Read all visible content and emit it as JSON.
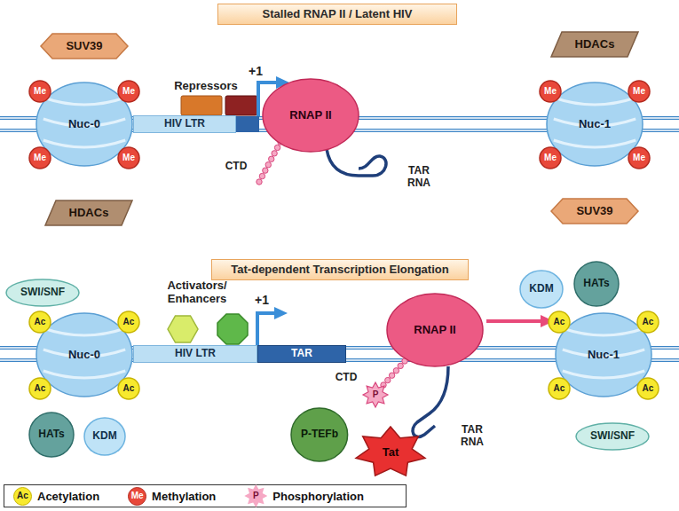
{
  "diagram": {
    "nodes": [
      {
        "text": [
          "Stalled RNAP II / Latent HIV"
        ]
      },
      {
        "text": [
          "SUV39"
        ]
      },
      {
        "text": [
          "Nuc-0"
        ]
      },
      {
        "text": [
          "Me"
        ]
      },
      {
        "text": [
          "Me"
        ]
      },
      {
        "text": [
          "Me"
        ]
      },
      {
        "text": [
          "Me"
        ]
      },
      {
        "text": [
          "HIV LTR"
        ]
      },
      {
        "text": [
          "RNAP II"
        ]
      },
      {
        "text": [
          "HDACs"
        ]
      },
      {
        "text": [
          "HDACs"
        ]
      },
      {
        "text": [
          "Nuc-1"
        ]
      },
      {
        "text": [
          "Me"
        ]
      },
      {
        "text": [
          "Me"
        ]
      },
      {
        "text": [
          "Me"
        ]
      },
      {
        "text": [
          "Me"
        ]
      },
      {
        "text": [
          "SUV39"
        ]
      },
      {
        "text": [
          "Tat-dependent Transcription Elongation"
        ]
      },
      {
        "text": [
          "SWI/SNF"
        ]
      },
      {
        "text": [
          "Nuc-0"
        ]
      },
      {
        "text": [
          "Ac"
        ]
      },
      {
        "text": [
          "Ac"
        ]
      },
      {
        "text": [
          "Ac"
        ]
      },
      {
        "text": [
          "Ac"
        ]
      },
      {
        "text": [
          "HATs"
        ]
      },
      {
        "text": [
          "KDM"
        ]
      },
      {
        "text": [
          "HIV LTR"
        ]
      },
      {
        "text": [
          "TAR"
        ]
      },
      {
        "text": [
          "RNAP II"
        ]
      },
      {
        "text": [
          "P"
        ]
      },
      {
        "text": [
          "P-TEFb"
        ]
      },
      {
        "text": [
          "Tat"
        ]
      },
      {
        "text": [
          "KDM"
        ]
      },
      {
        "text": [
          "HATs"
        ]
      },
      {
        "text": [
          "Nuc-1"
        ]
      },
      {
        "text": [
          "Ac"
        ]
      },
      {
        "text": [
          "Ac"
        ]
      },
      {
        "text": [
          "Ac"
        ]
      },
      {
        "text": [
          "Ac"
        ]
      },
      {
        "text": [
          "SWI/SNF"
        ]
      }
    ],
    "labels": [
      "Repressors",
      "+1",
      "CTD",
      "TAR RNA",
      "Activators/ Enhancers",
      "+1",
      "CTD",
      "TAR RNA",
      "Ac",
      "Me",
      "P"
    ],
    "legend": [
      {
        "text": "Acetylation",
        "color": "#f7e92e"
      },
      {
        "text": "Methylation",
        "color": "#e8483a"
      },
      {
        "text": "Phosphorylation",
        "color": "#f6a8c4"
      }
    ]
  }
}
